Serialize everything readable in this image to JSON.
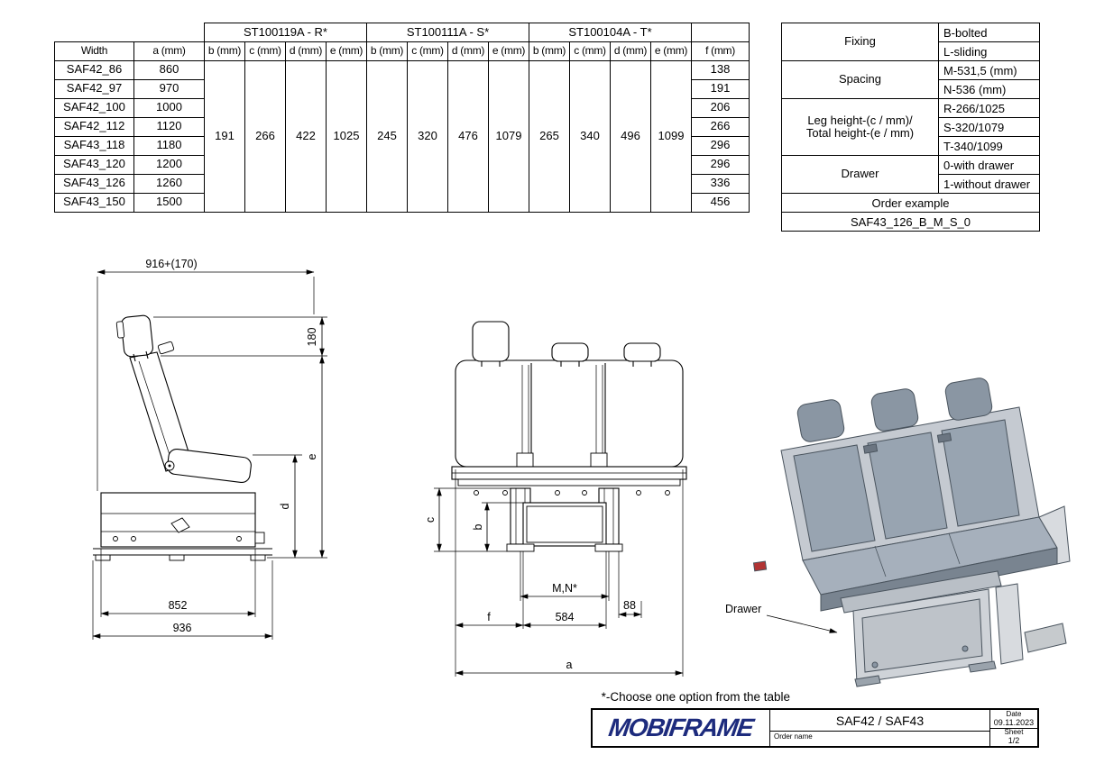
{
  "dims_table": {
    "group_headers": [
      "ST100119A - R*",
      "ST100111A - S*",
      "ST100104A - T*"
    ],
    "col_headers": {
      "width": "Width",
      "a": "a (mm)",
      "b": "b (mm)",
      "c": "c (mm)",
      "d": "d (mm)",
      "e": "e (mm)",
      "f": "f (mm)"
    },
    "rows": [
      {
        "width": "SAF42_86",
        "a": "860",
        "f": "138"
      },
      {
        "width": "SAF42_97",
        "a": "970",
        "f": "191"
      },
      {
        "width": "SAF42_100",
        "a": "1000",
        "f": "206"
      },
      {
        "width": "SAF42_112",
        "a": "1120",
        "f": "266"
      },
      {
        "width": "SAF43_118",
        "a": "1180",
        "f": "296"
      },
      {
        "width": "SAF43_120",
        "a": "1200",
        "f": "296"
      },
      {
        "width": "SAF43_126",
        "a": "1260",
        "f": "336"
      },
      {
        "width": "SAF43_150",
        "a": "1500",
        "f": "456"
      }
    ],
    "shared_values": [
      {
        "b": "191",
        "c": "266",
        "d": "422",
        "e": "1025"
      },
      {
        "b": "245",
        "c": "320",
        "d": "476",
        "e": "1079"
      },
      {
        "b": "265",
        "c": "340",
        "d": "496",
        "e": "1099"
      }
    ]
  },
  "options_table": {
    "fixing": {
      "label": "Fixing",
      "options": [
        "B-bolted",
        "L-sliding"
      ]
    },
    "spacing": {
      "label": "Spacing",
      "options": [
        "M-531,5 (mm)",
        "N-536 (mm)"
      ]
    },
    "heights": {
      "label": "Leg height-(c / mm)/\nTotal height-(e / mm)",
      "options": [
        "R-266/1025",
        "S-320/1079",
        "T-340/1099"
      ]
    },
    "drawer": {
      "label": "Drawer",
      "options": [
        "0-with drawer",
        "1-without drawer"
      ]
    },
    "order_example_label": "Order example",
    "order_example_value": "SAF43_126_B_M_S_0"
  },
  "drawings": {
    "side": {
      "dim_top": "916+(170)",
      "dim_headrest": "180",
      "dim_e": "e",
      "dim_d": "d",
      "dim_base": "852",
      "dim_overall": "936"
    },
    "front": {
      "dim_c": "c",
      "dim_b": "b",
      "dim_mn": "M,N*",
      "dim_offset": "88",
      "dim_f": "f",
      "dim_drawer": "584",
      "dim_a": "a"
    },
    "iso": {
      "drawer_label": "Drawer"
    }
  },
  "footnote": "*-Choose one option from the table",
  "title_block": {
    "logo_text": "MOBIFRAME",
    "product_title": "SAF42 / SAF43",
    "order_name_label": "Order name",
    "date_label": "Date",
    "date_value": "09.11.2023",
    "sheet_label": "Sheet",
    "sheet_value": "1/2"
  },
  "colors": {
    "logo_blue": "#1d2b7d",
    "line_black": "#000000",
    "seat_gray": "#98a4b1",
    "frame_gray": "#c5cad1"
  }
}
